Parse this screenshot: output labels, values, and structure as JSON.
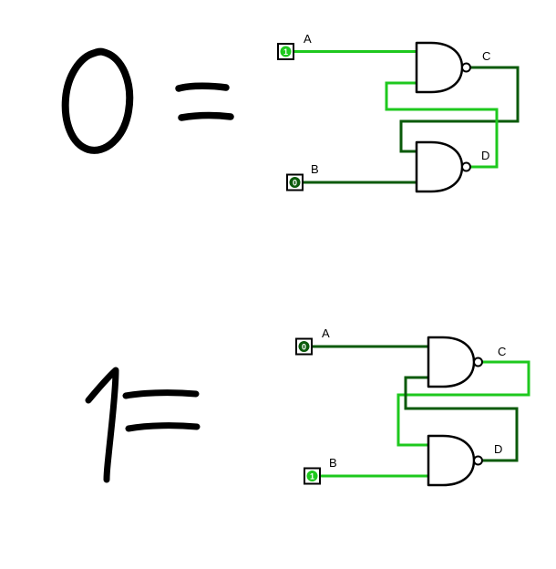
{
  "colors": {
    "wire_on": "#1ec81e",
    "wire_off": "#0a5a0a",
    "ink": "#000000",
    "gate_outline": "#000000",
    "pin_border": "#000000"
  },
  "annotations": [
    {
      "symbol": "0",
      "equals": "=",
      "meaning": "handwritten zero equals"
    },
    {
      "symbol": "1",
      "equals": "=",
      "meaning": "handwritten one equals"
    }
  ],
  "circuits": [
    {
      "name": "nand-sr-latch-storing-0",
      "inputs": [
        {
          "label": "A",
          "value": "1",
          "state": "on"
        },
        {
          "label": "B",
          "value": "0",
          "state": "off"
        }
      ],
      "outputs": [
        {
          "label": "C",
          "state": "off"
        },
        {
          "label": "D",
          "state": "on"
        }
      ]
    },
    {
      "name": "nand-sr-latch-storing-1",
      "inputs": [
        {
          "label": "A",
          "value": "0",
          "state": "off"
        },
        {
          "label": "B",
          "value": "1",
          "state": "on"
        }
      ],
      "outputs": [
        {
          "label": "C",
          "state": "on"
        },
        {
          "label": "D",
          "state": "off"
        }
      ]
    }
  ]
}
